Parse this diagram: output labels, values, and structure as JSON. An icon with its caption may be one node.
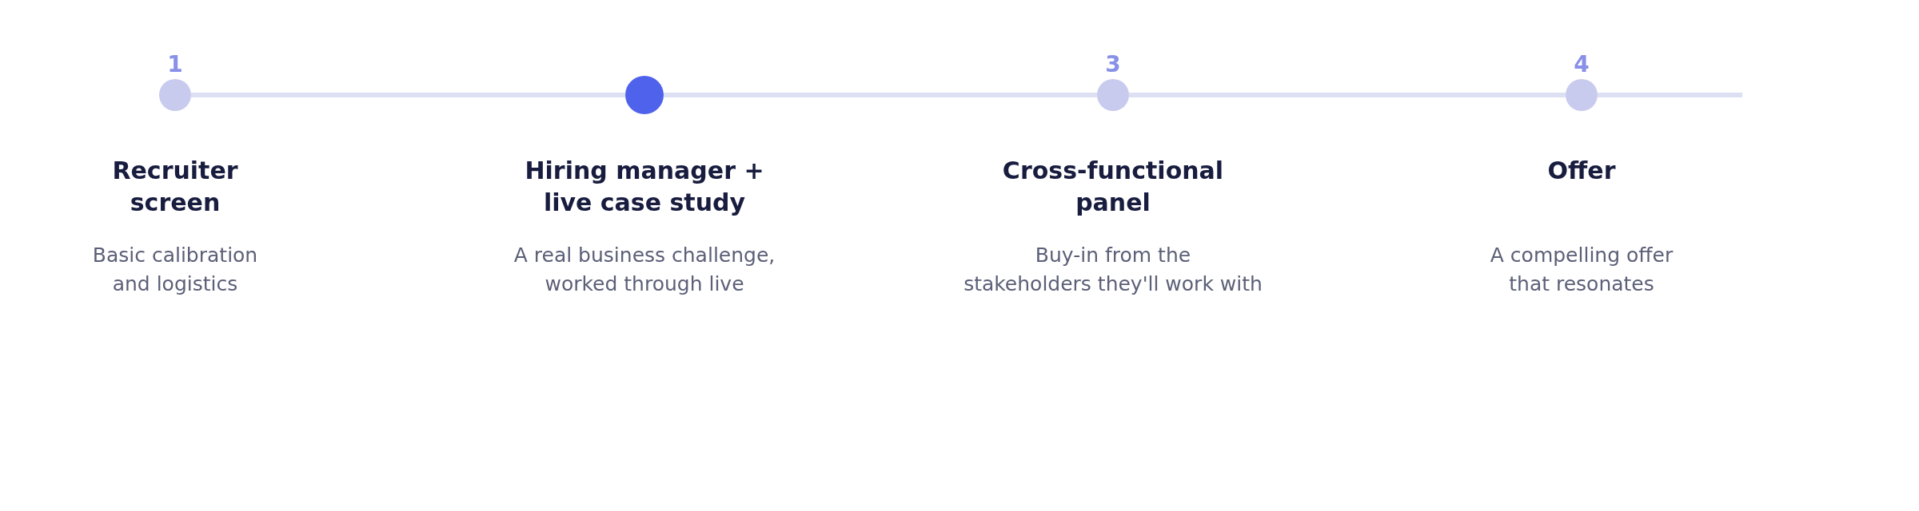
{
  "diagram": {
    "nodes": [
      {
        "text": [
          "Recruiter screen",
          "Basic calibration and logistics"
        ],
        "beside": [
          "1"
        ]
      },
      {
        "text": [
          "Hiring manager + live case study",
          "A real business challenge, worked through live"
        ]
      },
      {
        "text": [
          "Cross-functional panel",
          "Buy-in from the stakeholders they'll work with"
        ],
        "beside": [
          "3"
        ]
      },
      {
        "text": [
          "Offer",
          "A compelling offer that resonates"
        ],
        "beside": [
          "4"
        ]
      }
    ],
    "edges": [
      {
        "from": 0,
        "to": 1,
        "arrow": "none"
      },
      {
        "from": 1,
        "to": 2,
        "arrow": "none"
      },
      {
        "from": 2,
        "to": 3,
        "arrow": "none"
      },
      {
        "from": 3,
        "to": null,
        "arrow": "none"
      }
    ]
  }
}
